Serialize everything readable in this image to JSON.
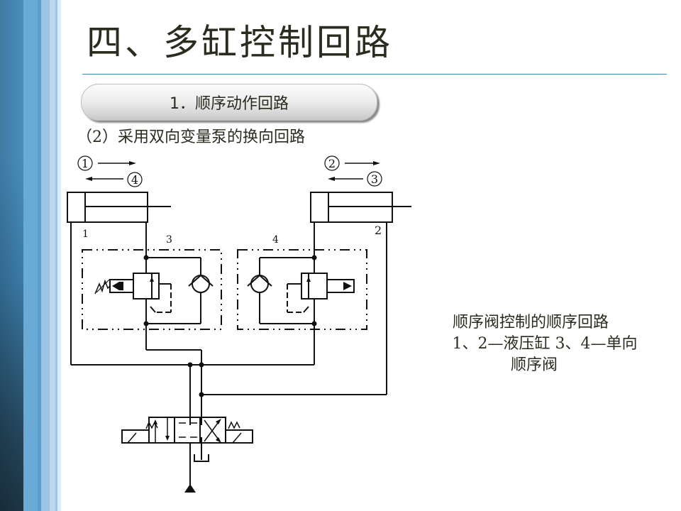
{
  "slide": {
    "title": "四、多缸控制回路",
    "section_button": "1．顺序动作回路",
    "subtitle": "（2）采用双向变量泵的换向回路"
  },
  "diagram": {
    "step_labels": {
      "cyl1_extend": "1",
      "cyl1_retract": "4",
      "cyl2_extend": "2",
      "cyl2_retract": "3"
    },
    "component_labels": {
      "cylinder_1": "1",
      "cylinder_2": "2",
      "valve_3": "3",
      "valve_4": "4"
    }
  },
  "caption": {
    "line1": "顺序阀控制的顺序回路",
    "line2": "1、2—液压缸  3、4—单向",
    "line3": "顺序阀"
  }
}
